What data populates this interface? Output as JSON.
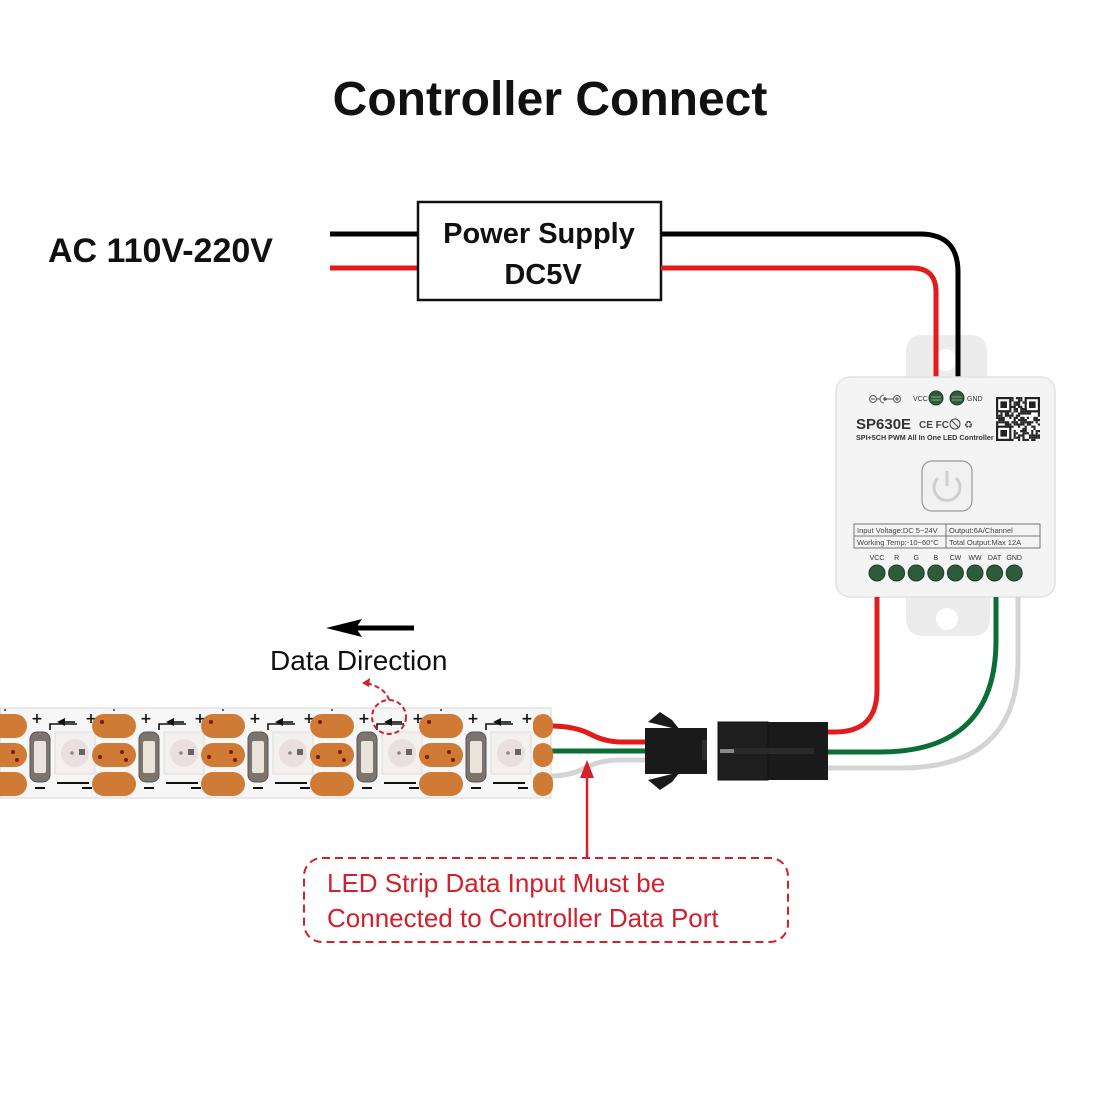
{
  "title": "Controller Connect",
  "ac_input": {
    "label": "AC 110V-220V"
  },
  "power_supply": {
    "line1": "Power Supply",
    "line2": "DC5V"
  },
  "controller": {
    "model": "SP630E",
    "subtitle": "SPI+5CH PWM All In One LED Controller",
    "cert_marks": "CE FC",
    "top_ports": [
      {
        "label": "VCC"
      },
      {
        "label": "GND"
      }
    ],
    "specs": [
      [
        "Input Voltage:DC 5~24V",
        "Output:6A/Channel"
      ],
      [
        "Working Temp:-10~60°C",
        "Total Output:Max 12A"
      ]
    ],
    "output_ports": [
      {
        "label": "VCC"
      },
      {
        "label": "R"
      },
      {
        "label": "G"
      },
      {
        "label": "B"
      },
      {
        "label": "CW"
      },
      {
        "label": "WW"
      },
      {
        "label": "DAT"
      },
      {
        "label": "GND"
      }
    ]
  },
  "data_direction": {
    "label": "Data Direction",
    "arrow": "left-arrow"
  },
  "strip_marks": {
    "plus": "+",
    "minus": "−"
  },
  "note": {
    "line1": "LED Strip Data Input Must be",
    "line2": "Connected to Controller Data Port"
  },
  "colors": {
    "wire_red": "#e41b1b",
    "wire_black": "#000000",
    "wire_green": "#0b6e36",
    "wire_white": "#d4d4d4",
    "annotation_red": "#d3202a",
    "pad_copper": "#cf7a35",
    "port_green": "#2e5c3a"
  }
}
